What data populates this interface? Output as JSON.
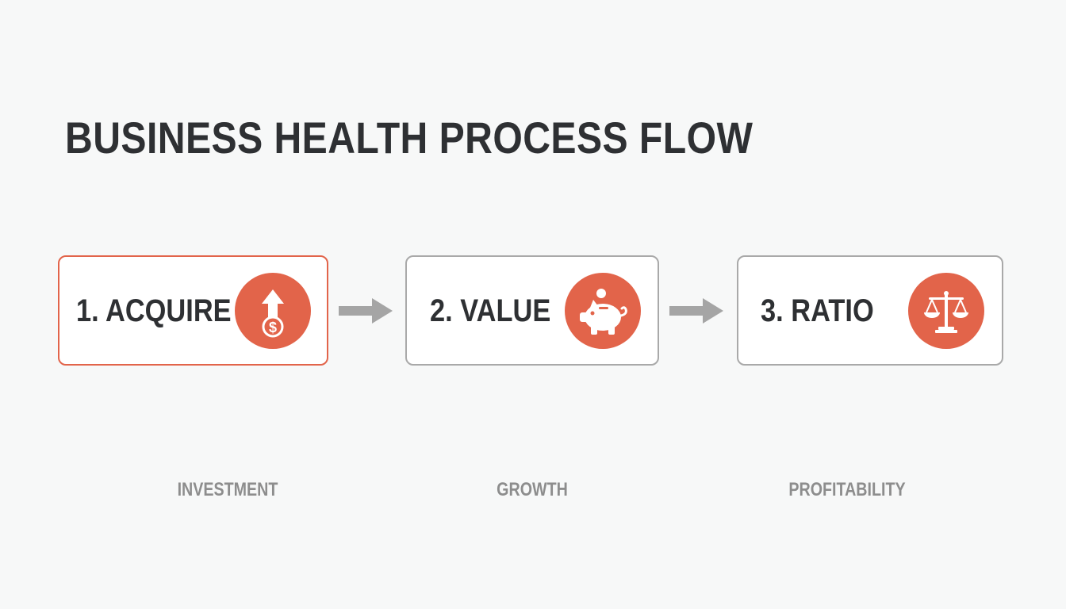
{
  "title": "BUSINESS HEALTH PROCESS FLOW",
  "colors": {
    "accent": "#e2644a",
    "text_dark": "#2e3033",
    "border_gray": "#a9a9a9",
    "arrow_gray": "#a5a5a5",
    "category_gray": "#8d8d8d",
    "background": "#f7f8f8"
  },
  "steps": [
    {
      "label": "1. ACQUIRE",
      "icon": "dollar-coin-up-arrow-icon",
      "category": "INVESTMENT",
      "active": true
    },
    {
      "label": "2. VALUE",
      "icon": "piggy-bank-icon",
      "category": "GROWTH",
      "active": false
    },
    {
      "label": "3. RATIO",
      "icon": "balance-scale-icon",
      "category": "PROFITABILITY",
      "active": false
    }
  ]
}
